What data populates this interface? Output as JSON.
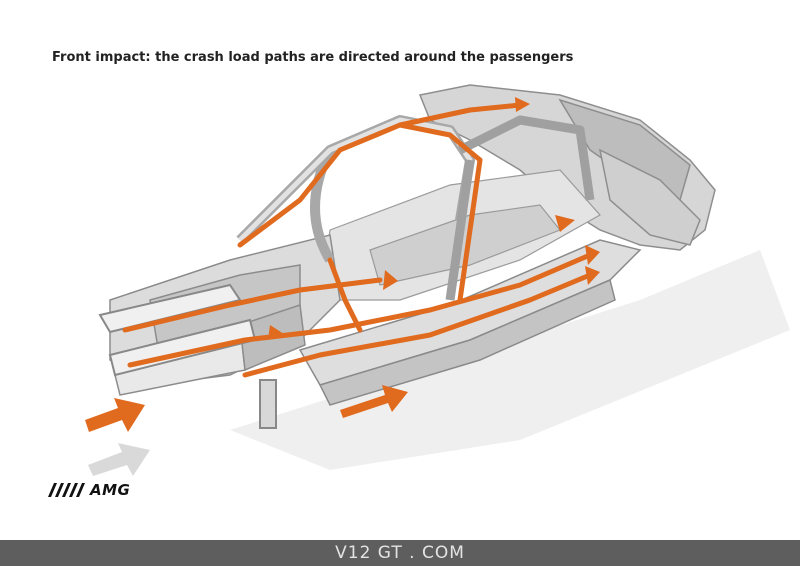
{
  "caption": "Front impact: the crash load paths are directed around the passengers",
  "brand": {
    "logo_text": "AMG",
    "icon": "amg-stripes-logo"
  },
  "footer": {
    "watermark": "V12 GT . COM"
  },
  "colors": {
    "load_path": "#e06a1e",
    "frame": "#c9c9c9",
    "frame_dark": "#8e8e8e",
    "footer_bg": "#5e5e5e"
  },
  "diagram": {
    "subject": "vehicle-spaceframe",
    "impact_direction": "front",
    "incoming_arrows": 2
  }
}
